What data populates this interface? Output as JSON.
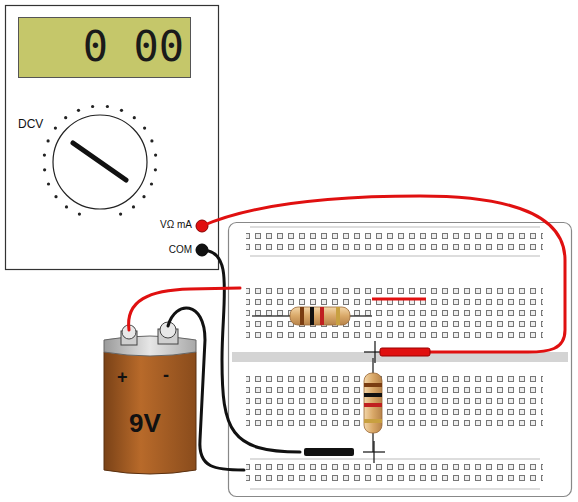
{
  "diagram": {
    "labels": [
      "0 00",
      "DCV",
      "VΩ mA",
      "COM",
      "+",
      "-",
      "9V"
    ]
  }
}
